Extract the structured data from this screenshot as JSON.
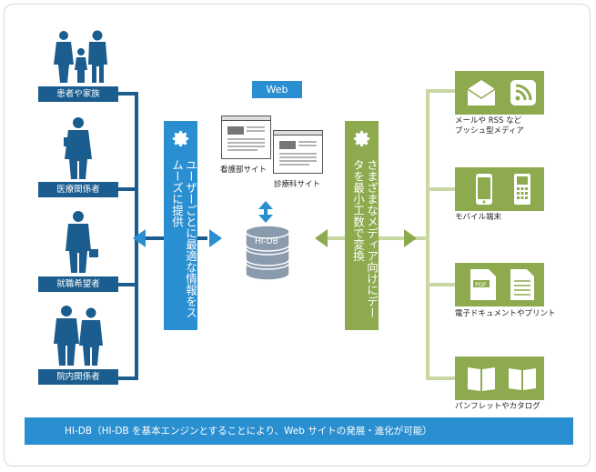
{
  "personas": [
    {
      "label": "患者や家族",
      "icon": "family-icon"
    },
    {
      "label": "医療関係者",
      "icon": "doctor-icon"
    },
    {
      "label": "就職希望者",
      "icon": "job-seeker-icon"
    },
    {
      "label": "院内関係者",
      "icon": "staff-icon"
    }
  ],
  "left_panel": {
    "text": "ユーザーごとに最適な情報をスムーズに提供"
  },
  "right_panel": {
    "text": "さまざまなメディア向けにデータを最小工数で変換"
  },
  "web": {
    "badge": "Web",
    "site1": "看護部サイト",
    "site2": "診療科サイト"
  },
  "db": {
    "label": "HI-DB"
  },
  "media": [
    {
      "label1": "メールや RSS など",
      "label2": "プッシュ型メディア",
      "icons": [
        "mail-icon",
        "rss-icon"
      ]
    },
    {
      "label1": "モバイル端末",
      "label2": "",
      "icons": [
        "smartphone-icon",
        "feature-phone-icon"
      ]
    },
    {
      "label1": "電子ドキュメントやプリント",
      "label2": "",
      "icons": [
        "pdf-icon",
        "document-icon"
      ]
    },
    {
      "label1": "パンフレットやカタログ",
      "label2": "",
      "icons": [
        "open-book-icon",
        "catalog-icon"
      ]
    }
  ],
  "footer": {
    "text": "HI-DB（HI-DB を基本エンジンとすることにより、Web サイトの発展・進化が可能）"
  },
  "colors": {
    "navy": "#1b5d8e",
    "blue": "#2a8fd0",
    "green": "#8eaa4e",
    "light_green": "#c9d7a3"
  }
}
